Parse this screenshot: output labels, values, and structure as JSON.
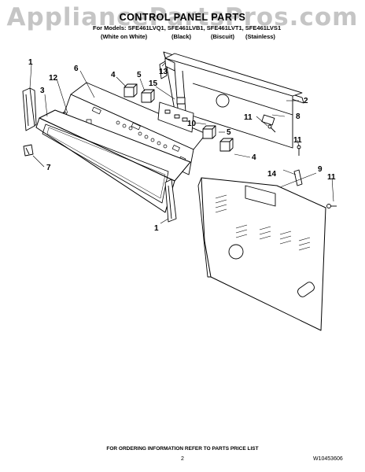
{
  "watermark": "AppliancePartsPros.com",
  "header": {
    "title": "CONTROL PANEL PARTS",
    "models_line": "For Models: SFE461LVQ1, SFE461LVB1, SFE461LVT1, SFE461LVS1",
    "variants": [
      "(White on White)",
      "(Black)",
      "(Biscuit)",
      "(Stainless)"
    ]
  },
  "callouts": [
    "1",
    "12",
    "3",
    "6",
    "4",
    "5",
    "15",
    "13",
    "2",
    "8",
    "11",
    "10",
    "5",
    "11",
    "4",
    "14",
    "9",
    "11",
    "7",
    "1"
  ],
  "footer": {
    "instruction": "FOR ORDERING INFORMATION REFER TO PARTS PRICE LIST",
    "page": "2",
    "doc_number": "W10453606"
  }
}
